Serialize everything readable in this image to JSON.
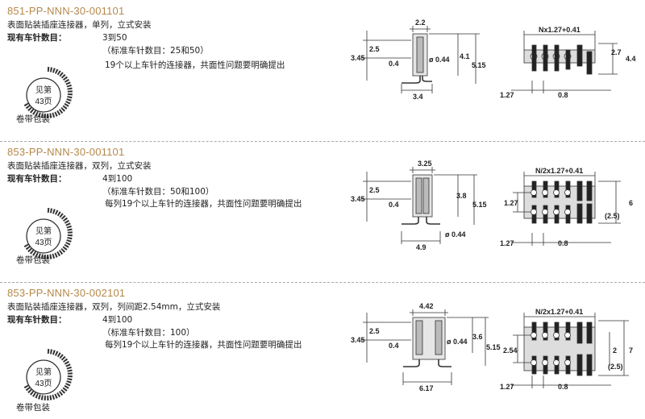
{
  "sections": [
    {
      "part_number": "851-PP-NNN-30-001101",
      "description": "表面贴装插座连接器，单列，立式安装",
      "count_label": "现有车针数目：",
      "count_value": "3到50",
      "standard": "（标准车针数目：25和50）",
      "note": "19个以上车针的连接器，共面性问题要明确提出",
      "reel": {
        "line1": "见第",
        "line2": "43页",
        "label": "卷带包装"
      },
      "side_dims": [
        "2.2",
        "2.5",
        "3.45",
        "0.4",
        "ø 0.44",
        "4.1",
        "5.15",
        "3.4"
      ],
      "front_dims": [
        "Nx1.27+0.41",
        "2.7",
        "4.4",
        "1.27",
        "0.8"
      ]
    },
    {
      "part_number": "853-PP-NNN-30-001101",
      "description": "表面贴装插座连接器，双列，立式安装",
      "count_label": "现有车针数目：",
      "count_value": "4到100",
      "standard": "（标准车针数目：50和100）",
      "note": "每列19个以上车针的连接器，共面性问题要明确提出",
      "reel": {
        "line1": "见第",
        "line2": "43页",
        "label": "卷带包装"
      },
      "side_dims": [
        "3.25",
        "2.5",
        "3.45",
        "0.4",
        "3.8",
        "5.15",
        "ø 0.44",
        "4.9"
      ],
      "front_dims": [
        "N/2x1.27+0.41",
        "1.27",
        "6",
        "(2.5)",
        "1.27",
        "0.8"
      ]
    },
    {
      "part_number": "853-PP-NNN-30-002101",
      "description": "表面贴装插座连接器，双列，列间距2.54mm，立式安装",
      "count_label": "现有车针数目：",
      "count_value": "4到100",
      "standard": "（标准车针数目：100）",
      "note": "每列19个以上车针的连接器，共面性问题要明确提出",
      "reel": {
        "line1": "见第",
        "line2": "43页",
        "label": "卷带包装"
      },
      "side_dims": [
        "4.42",
        "2.5",
        "3.45",
        "0.4",
        "ø 0.44",
        "3.6",
        "5.15",
        "6.17"
      ],
      "front_dims": [
        "N/2x1.27+0.41",
        "2.54",
        "2",
        "7",
        "(2.5)",
        "1.27",
        "0.8"
      ]
    }
  ]
}
